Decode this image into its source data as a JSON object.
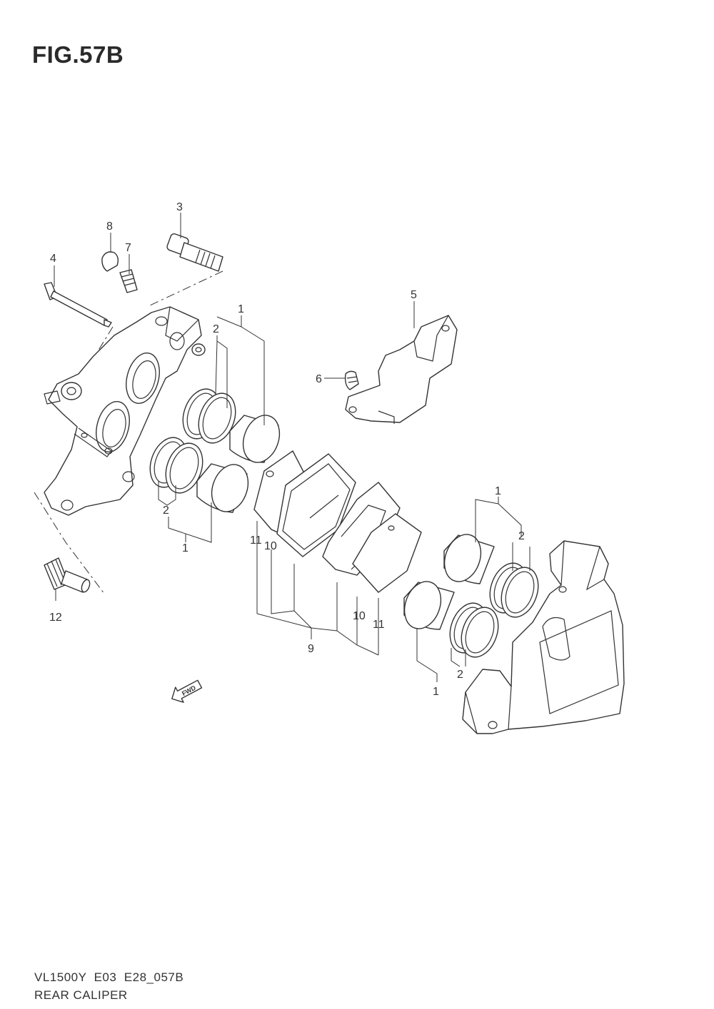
{
  "figure": {
    "title": "FIG.57B",
    "model_code": "VL1500Y  E03  E28_057B",
    "section_name": "REAR CALIPER"
  },
  "fwd_label": "FWD",
  "callouts": {
    "c1a": "1",
    "c1b": "1",
    "c1c": "1",
    "c1d": "1",
    "c2a": "2",
    "c2b": "2",
    "c2c": "2",
    "c2d": "2",
    "c3": "3",
    "c4": "4",
    "c5": "5",
    "c6": "6",
    "c7": "7",
    "c8": "8",
    "c9": "9",
    "c10a": "10",
    "c10b": "10",
    "c11a": "11",
    "c11b": "11",
    "c12": "12"
  }
}
